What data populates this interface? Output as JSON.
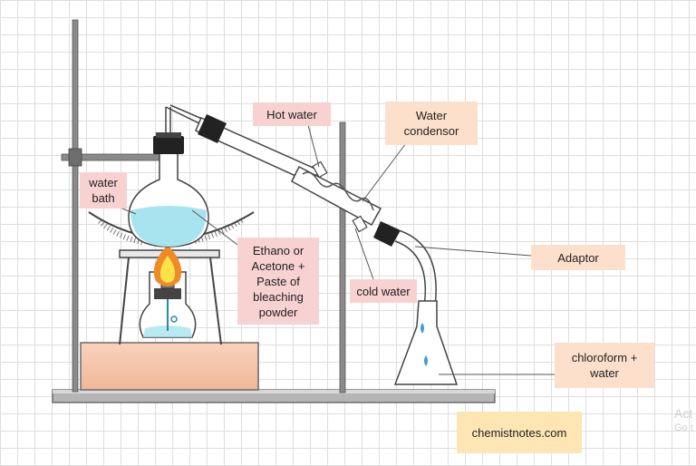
{
  "labels": {
    "hot_water": "Hot water",
    "water_condensor": "Water condensor",
    "water_bath": "water bath",
    "reagents": "Ethano or Acetone + Paste of bleaching powder",
    "adaptor": "Adaptor",
    "cold_water": "cold water",
    "product": "chloroform + water",
    "source": "chemistnotes.com"
  },
  "watermark": {
    "line1": "Act",
    "line2": "Go t"
  },
  "colors": {
    "stand": "#7a7a7a",
    "flask_liquid": "#a8e4ef",
    "water_bath": "#f7c9ae",
    "label_pink": "#f8d1d1",
    "label_peach": "#fde0cc",
    "label_source": "#fee5b4",
    "flame_outer": "#f08a24",
    "flame_inner": "#ffe14a",
    "droplet": "#3c9be0"
  }
}
